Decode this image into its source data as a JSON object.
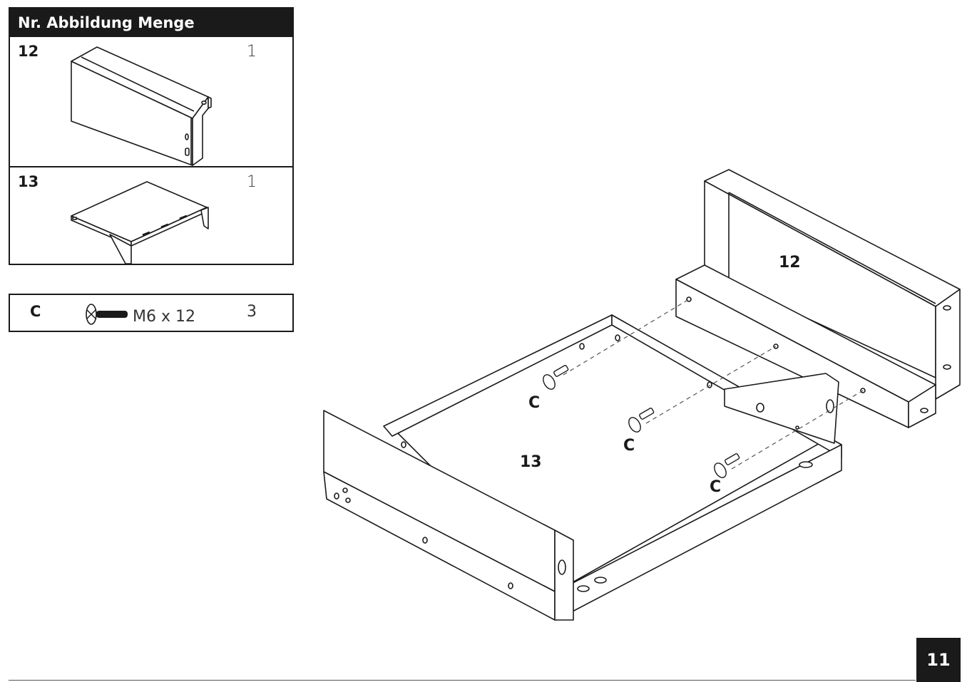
{
  "parts_table": {
    "header": "Nr. Abbildung Menge",
    "rows": [
      {
        "nr": "12",
        "qty": "1"
      },
      {
        "nr": "13",
        "qty": "1"
      }
    ]
  },
  "hardware": {
    "code": "C",
    "size": "M6 x 12",
    "qty": "3",
    "icon": "screw-icon"
  },
  "assembly": {
    "callouts": {
      "panel": "12",
      "frame": "13",
      "screw_1": "C",
      "screw_2": "C",
      "screw_3": "C"
    }
  },
  "page_number": "11"
}
